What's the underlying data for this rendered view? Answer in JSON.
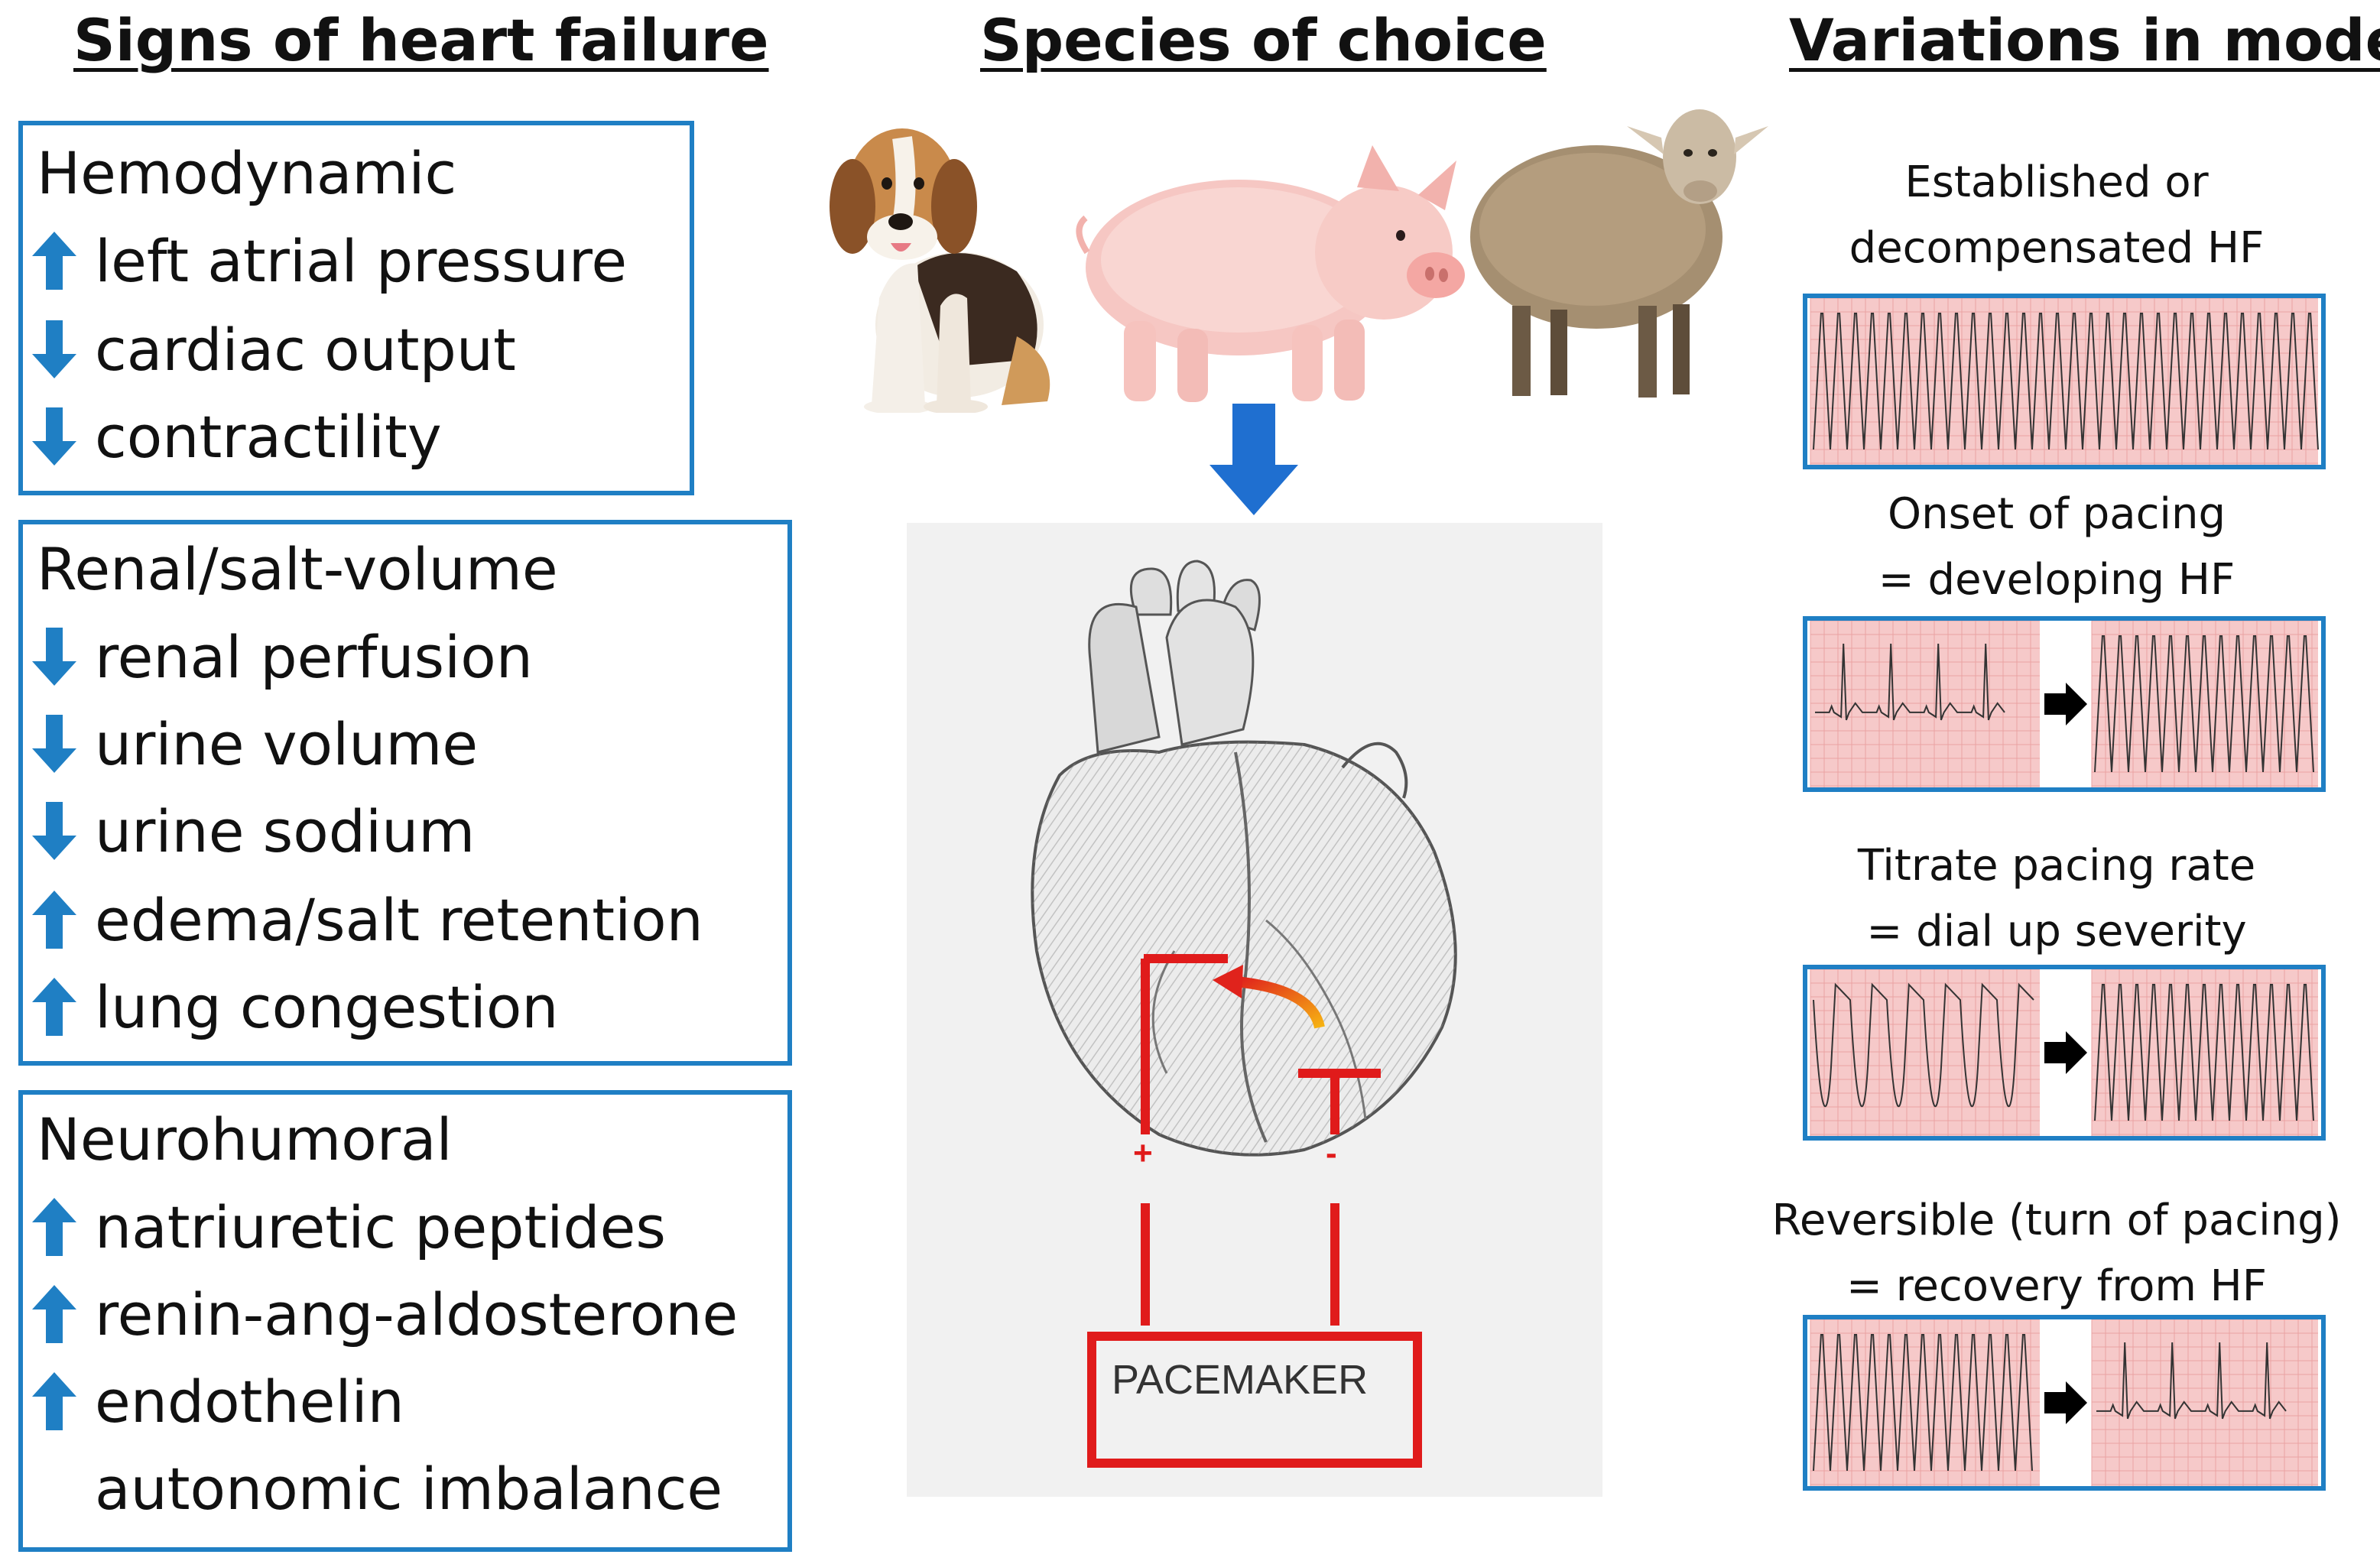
{
  "columns": {
    "signs_title": "Signs of heart failure",
    "species_title": "Species of choice",
    "variations_title": "Variations in model"
  },
  "colors": {
    "box_border": "#1f7fc4",
    "up_arrow": "#1f7fc4",
    "down_arrow": "#1f7fc4",
    "pacing_red": "#e01b1b",
    "ecg_grid": "#f6c9c9"
  },
  "signs": [
    {
      "heading": "Hemodynamic",
      "items": [
        {
          "direction": "up",
          "icon": "up-arrow-icon",
          "text": "left atrial pressure"
        },
        {
          "direction": "down",
          "icon": "down-arrow-icon",
          "text": "cardiac output"
        },
        {
          "direction": "down",
          "icon": "down-arrow-icon",
          "text": "contractility"
        }
      ]
    },
    {
      "heading": "Renal/salt-volume",
      "items": [
        {
          "direction": "down",
          "icon": "down-arrow-icon",
          "text": "renal perfusion"
        },
        {
          "direction": "down",
          "icon": "down-arrow-icon",
          "text": "urine volume"
        },
        {
          "direction": "down",
          "icon": "down-arrow-icon",
          "text": "urine sodium"
        },
        {
          "direction": "up",
          "icon": "up-arrow-icon",
          "text": "edema/salt retention"
        },
        {
          "direction": "up",
          "icon": "up-arrow-icon",
          "text": "lung congestion"
        }
      ]
    },
    {
      "heading": "Neurohumoral",
      "items": [
        {
          "direction": "up",
          "icon": "up-arrow-icon",
          "text": "natriuretic peptides"
        },
        {
          "direction": "up",
          "icon": "up-arrow-icon",
          "text": "renin-ang-aldosterone"
        },
        {
          "direction": "up",
          "icon": "up-arrow-icon",
          "text": "endothelin"
        },
        {
          "direction": "none",
          "icon": "",
          "text": "autonomic imbalance"
        }
      ]
    }
  ],
  "species": {
    "animals": [
      "dog-illustration",
      "pig-illustration",
      "sheep-illustration"
    ],
    "pacemaker_label": "PACEMAKER",
    "plus_label": "+",
    "minus_label": "-"
  },
  "variations": [
    {
      "line1": "Established or",
      "line2": "decompensated HF",
      "ecg": [
        "fast"
      ]
    },
    {
      "line1": "Onset of pacing",
      "line2": "= developing HF",
      "ecg": [
        "normal",
        "fast"
      ]
    },
    {
      "line1": "Titrate pacing rate",
      "line2": "= dial up severity",
      "ecg": [
        "medium",
        "fast"
      ]
    },
    {
      "line1": "Reversible (turn of pacing)",
      "line2": "= recovery from HF",
      "ecg": [
        "fast",
        "normal"
      ]
    }
  ]
}
